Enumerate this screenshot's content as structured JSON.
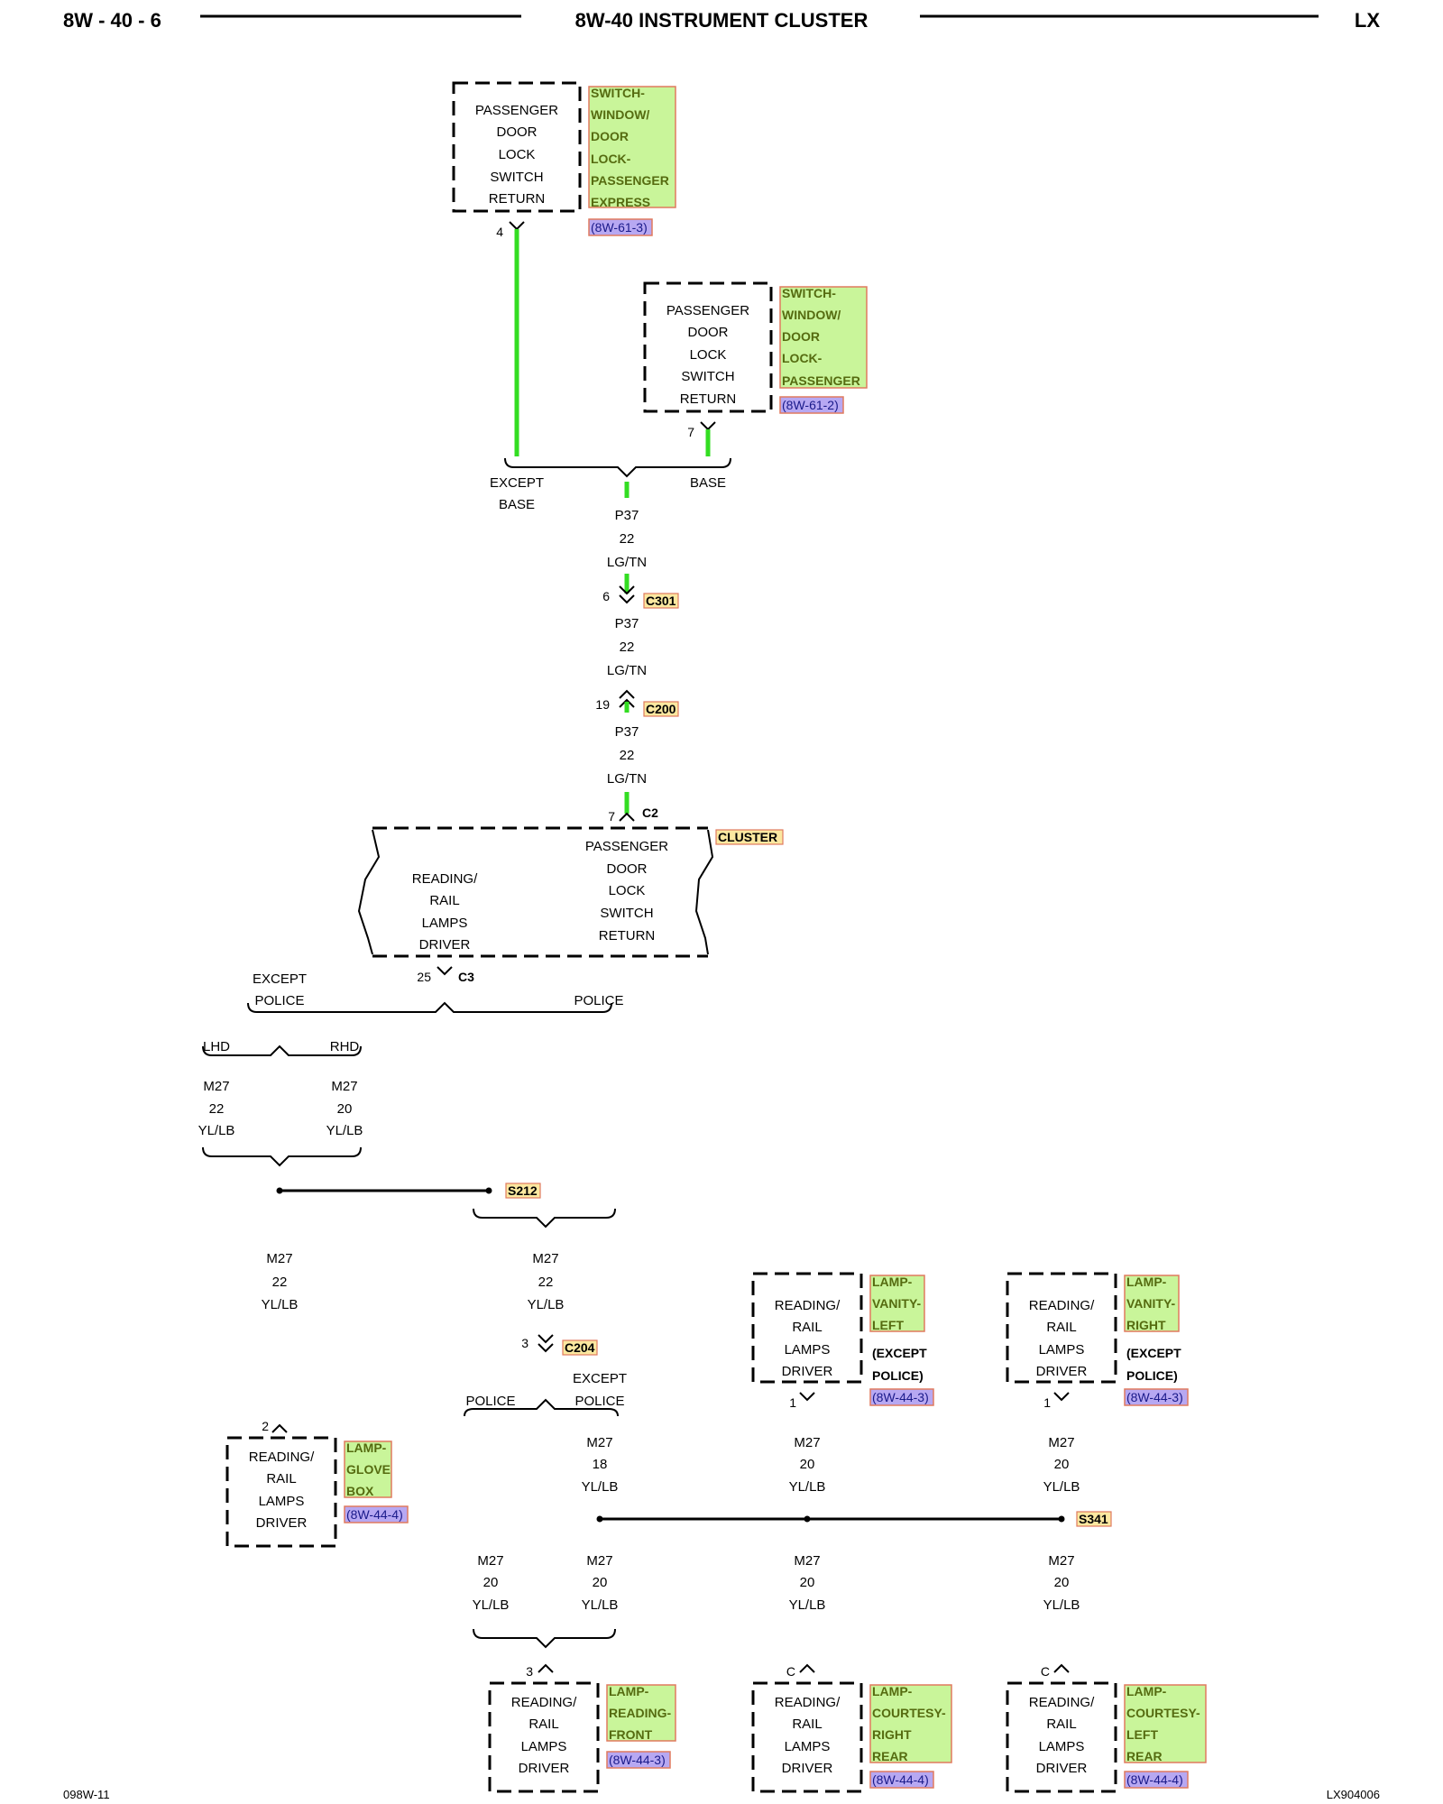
{
  "header": {
    "page": "8W - 40 - 6",
    "title": "8W-40 INSTRUMENT CLUSTER",
    "model": "LX"
  },
  "footer": {
    "left": "098W-11",
    "right": "LX904006"
  },
  "colors": {
    "lg_tn_wire": "#33dd22",
    "yl_lb_wire": "#e8ff30",
    "yl_lb_stripe": "#5ad66a",
    "component_fill": "#c9f59a",
    "reference_fill": "#b7a8f2"
  },
  "top_switch_1": {
    "lines": [
      "PASSENGER",
      "DOOR",
      "LOCK",
      "SWITCH",
      "RETURN"
    ],
    "component": [
      "SWITCH-",
      "WINDOW/",
      "DOOR",
      "LOCK-",
      "PASSENGER",
      "EXPRESS"
    ],
    "ref": "(8W-61-3)",
    "pin": "4"
  },
  "top_switch_2": {
    "lines": [
      "PASSENGER",
      "DOOR",
      "LOCK",
      "SWITCH",
      "RETURN"
    ],
    "component": [
      "SWITCH-",
      "WINDOW/",
      "DOOR",
      "LOCK-",
      "PASSENGER"
    ],
    "ref": "(8W-61-2)",
    "pin": "7"
  },
  "variant_split_top": {
    "left": [
      "EXCEPT",
      "BASE"
    ],
    "right": "BASE"
  },
  "p37_seg1": [
    "P37",
    "22",
    "LG/TN"
  ],
  "c301": {
    "pin": "6",
    "name": "C301"
  },
  "p37_seg2": [
    "P37",
    "22",
    "LG/TN"
  ],
  "c200": {
    "pin": "19",
    "name": "C200"
  },
  "p37_seg3": [
    "P37",
    "22",
    "LG/TN"
  ],
  "c2": {
    "pin": "7",
    "name": "C2"
  },
  "cluster": {
    "name": "CLUSTER",
    "left_lines": [
      "READING/",
      "RAIL",
      "LAMPS",
      "DRIVER"
    ],
    "right_lines": [
      "PASSENGER",
      "DOOR",
      "LOCK",
      "SWITCH",
      "RETURN"
    ]
  },
  "c3": {
    "pin": "25",
    "name": "C3"
  },
  "police_split": {
    "left": [
      "EXCEPT",
      "POLICE"
    ],
    "right": "POLICE"
  },
  "lhd_rhd": {
    "lhd": "LHD",
    "rhd": "RHD",
    "lhd_wire": [
      "M27",
      "22",
      "YL/LB"
    ],
    "rhd_wire": [
      "M27",
      "20",
      "YL/LB"
    ]
  },
  "s212": "S212",
  "m27_glove": [
    "M27",
    "22",
    "YL/LB"
  ],
  "m27_center": [
    "M27",
    "22",
    "YL/LB"
  ],
  "c204": {
    "pin": "3",
    "name": "C204"
  },
  "police_split_2": {
    "left": "POLICE",
    "right": [
      "EXCEPT",
      "POLICE"
    ]
  },
  "glove_box": {
    "pin": "2",
    "lines": [
      "READING/",
      "RAIL",
      "LAMPS",
      "DRIVER"
    ],
    "component": [
      "LAMP-",
      "GLOVE",
      "BOX"
    ],
    "ref": "(8W-44-4)"
  },
  "vanity_left": {
    "lines": [
      "READING/",
      "RAIL",
      "LAMPS",
      "DRIVER"
    ],
    "component": [
      "LAMP-",
      "VANITY-",
      "LEFT"
    ],
    "note": [
      "(EXCEPT",
      "POLICE)"
    ],
    "ref": "(8W-44-3)",
    "pin": "1"
  },
  "vanity_right": {
    "lines": [
      "READING/",
      "RAIL",
      "LAMPS",
      "DRIVER"
    ],
    "component": [
      "LAMP-",
      "VANITY-",
      "RIGHT"
    ],
    "note": [
      "(EXCEPT",
      "POLICE)"
    ],
    "ref": "(8W-44-3)",
    "pin": "1"
  },
  "m27_18": [
    "M27",
    "18",
    "YL/LB"
  ],
  "m27_vl": [
    "M27",
    "20",
    "YL/LB"
  ],
  "m27_vr": [
    "M27",
    "20",
    "YL/LB"
  ],
  "s341": "S341",
  "m27_police_low": [
    "M27",
    "20",
    "YL/LB"
  ],
  "m27_except_low": [
    "M27",
    "20",
    "YL/LB"
  ],
  "m27_rr_low": [
    "M27",
    "20",
    "YL/LB"
  ],
  "m27_lr_low": [
    "M27",
    "20",
    "YL/LB"
  ],
  "reading_front": {
    "pin": "3",
    "lines": [
      "READING/",
      "RAIL",
      "LAMPS",
      "DRIVER"
    ],
    "component": [
      "LAMP-",
      "READING-",
      "FRONT"
    ],
    "ref": "(8W-44-3)"
  },
  "courtesy_right": {
    "pin": "C",
    "lines": [
      "READING/",
      "RAIL",
      "LAMPS",
      "DRIVER"
    ],
    "component": [
      "LAMP-",
      "COURTESY-",
      "RIGHT",
      "REAR"
    ],
    "ref": "(8W-44-4)"
  },
  "courtesy_left": {
    "pin": "C",
    "lines": [
      "READING/",
      "RAIL",
      "LAMPS",
      "DRIVER"
    ],
    "component": [
      "LAMP-",
      "COURTESY-",
      "LEFT",
      "REAR"
    ],
    "ref": "(8W-44-4)"
  }
}
